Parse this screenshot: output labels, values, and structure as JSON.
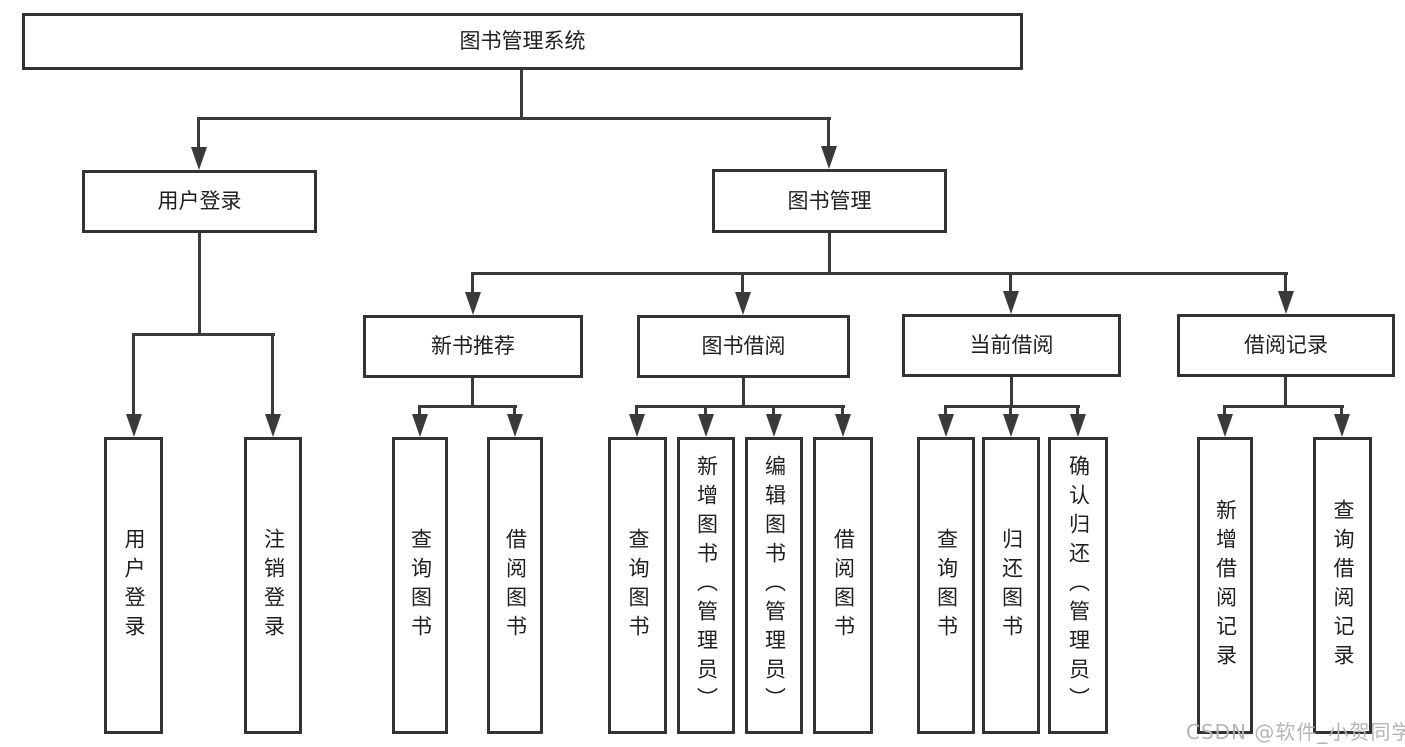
{
  "title": "图书管理系统",
  "watermark": "CSDN @软件_小贺同学",
  "colors": {
    "line": "#3a3a3a",
    "box_border": "#333333",
    "box_fill": "#ffffff",
    "text": "#1f1f1f",
    "watermark": "#b5b5b5"
  },
  "tree": {
    "label": "图书管理系统",
    "children": [
      {
        "label": "用户登录",
        "children": [
          {
            "label": "用户登录"
          },
          {
            "label": "注销登录"
          }
        ]
      },
      {
        "label": "图书管理",
        "children": [
          {
            "label": "新书推荐",
            "children": [
              {
                "label": "查询图书"
              },
              {
                "label": "借阅图书"
              }
            ]
          },
          {
            "label": "图书借阅",
            "children": [
              {
                "label": "查询图书"
              },
              {
                "label": "新增图书（管理员）"
              },
              {
                "label": "编辑图书（管理员）"
              },
              {
                "label": "借阅图书"
              }
            ]
          },
          {
            "label": "当前借阅",
            "children": [
              {
                "label": "查询图书"
              },
              {
                "label": "归还图书"
              },
              {
                "label": "确认归还（管理员）"
              }
            ]
          },
          {
            "label": "借阅记录",
            "children": [
              {
                "label": "新增借阅记录"
              },
              {
                "label": "查询借阅记录"
              }
            ]
          }
        ]
      }
    ]
  }
}
